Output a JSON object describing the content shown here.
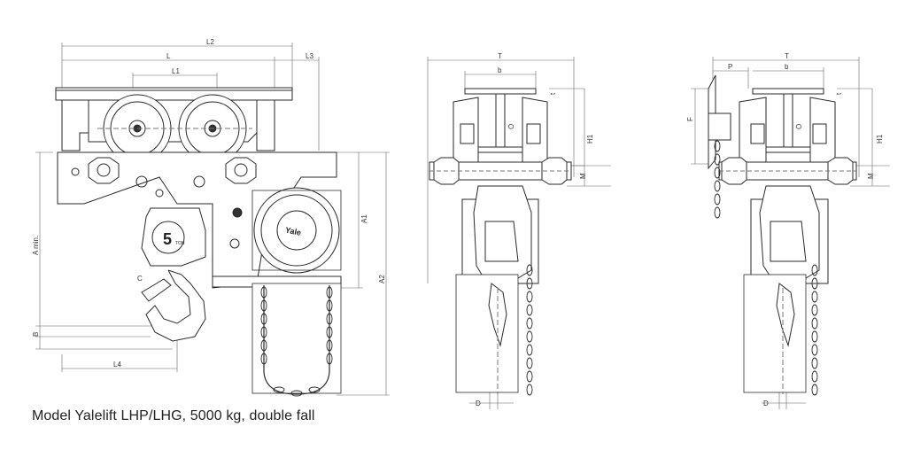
{
  "caption": "Model Yalelift LHP/LHG, 5000 kg, double fall",
  "brand_label": "Yale",
  "capacity_label": {
    "number": "5",
    "unit": "TON"
  },
  "labels": {
    "L2": "L2",
    "L": "L",
    "L1": "L1",
    "L3": "L3",
    "L4": "L4",
    "A_min": "A min.",
    "A1": "A1",
    "A2": "A2",
    "B": "B",
    "C": "C",
    "T": "T",
    "b": "b",
    "H1": "H1",
    "M": "M",
    "D": "D",
    "P": "P",
    "F": "F",
    "t": "t",
    "O": "O"
  },
  "colors": {
    "line": "#2a2a2a",
    "dim": "#555555",
    "fill": "#ffffff"
  }
}
